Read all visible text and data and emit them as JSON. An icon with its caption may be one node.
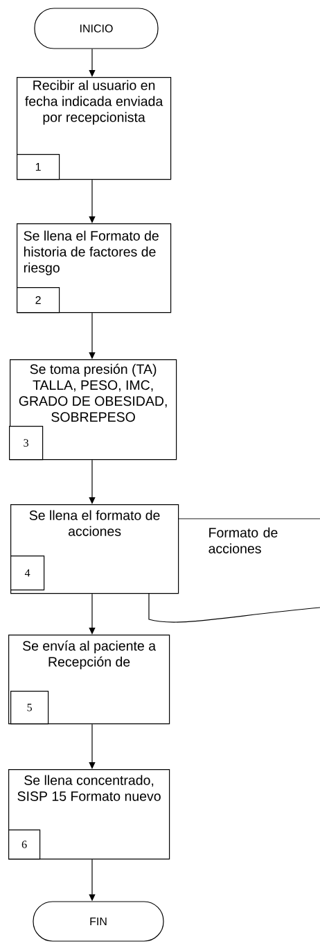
{
  "diagram": {
    "nodes": [
      {
        "text": [
          "INICIO"
        ]
      },
      {
        "text": [
          "Recibir al usuario en fecha indicada enviada por recepcionista"
        ]
      },
      {
        "text": [
          "1"
        ],
        "in": 1
      },
      {
        "text": [
          "Se llena el Formato de historia de factores de riesgo"
        ]
      },
      {
        "text": [
          "2"
        ],
        "in": 3
      },
      {
        "text": [
          "Se toma presión (TA) TALLA, PESO, IMC, GRADO DE OBESIDAD, SOBREPESO"
        ]
      },
      {
        "text": [
          "3"
        ],
        "in": 5
      },
      {
        "text": [
          "Se llena el formato de acciones"
        ]
      },
      {
        "text": [
          "4"
        ],
        "in": 7
      },
      {
        "text": [
          "Formato de acciones"
        ]
      },
      {
        "text": [
          "Se envía al paciente a Recepción de"
        ]
      },
      {
        "text": [
          "5"
        ],
        "in": 10
      },
      {
        "text": [
          "Se llena concentrado, SISP 15 Formato nuevo"
        ]
      },
      {
        "text": [
          "6"
        ],
        "in": 12
      },
      {
        "text": [
          "FIN"
        ]
      }
    ],
    "edges": [
      {
        "from": 0,
        "to": 1,
        "arrow": "to"
      },
      {
        "from": 1,
        "to": 3,
        "arrow": "to"
      },
      {
        "from": 3,
        "to": 5,
        "arrow": "to"
      },
      {
        "from": 5,
        "to": 7,
        "arrow": "to"
      },
      {
        "from": 7,
        "to": 10,
        "arrow": "to"
      },
      {
        "from": 10,
        "to": 12,
        "arrow": "to"
      },
      {
        "from": 12,
        "to": 14,
        "arrow": "to"
      }
    ]
  }
}
